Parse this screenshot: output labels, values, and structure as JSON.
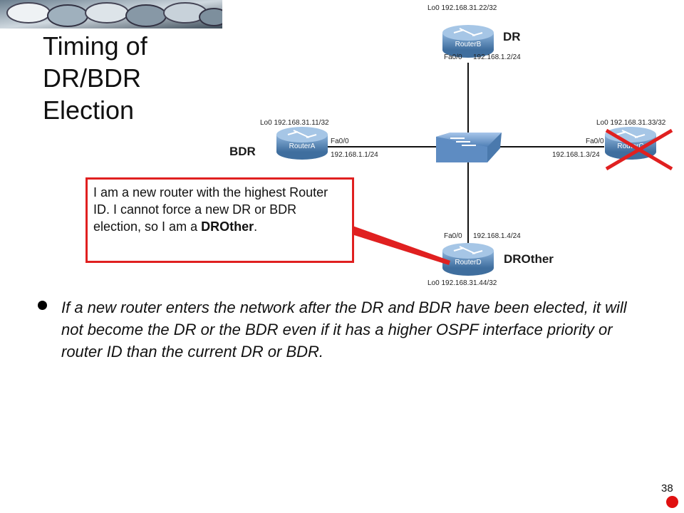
{
  "slide": {
    "title": "Timing of\nDR/BDR\nElection",
    "page_number": "38"
  },
  "routers": {
    "routerB": {
      "name": "RouterB",
      "lo0": "Lo0 192.168.31.22/32",
      "iface": "Fa0/0",
      "ip": "192.168.1.2/24",
      "role": "DR"
    },
    "routerA": {
      "name": "RouterA",
      "lo0": "Lo0 192.168.31.11/32",
      "iface": "Fa0/0",
      "ip": "192.168.1.1/24",
      "role": "BDR"
    },
    "routerC": {
      "name": "RouterC",
      "lo0": "Lo0 192.168.31.33/32",
      "iface": "Fa0/0",
      "ip": "192.168.1.3/24",
      "status": "removed"
    },
    "routerD": {
      "name": "RouterD",
      "lo0": "Lo0 192.168.31.44/32",
      "iface": "Fa0/0",
      "ip": "192.168.1.4/24",
      "role": "DROther"
    }
  },
  "callout": {
    "text_main": "I am a new router with the highest Router ID. I cannot force a new DR or BDR election, so I am a ",
    "text_bold": "DROther",
    "text_end": "."
  },
  "bullet": {
    "text": "If a new router enters the network after the DR and BDR have been elected, it will not become the DR or the BDR even if it has a higher OSPF interface priority or router ID than the current DR or BDR."
  },
  "colors": {
    "accent_red": "#e02020",
    "router_blue": "#5a8ec2",
    "switch_blue": "#6f9fd6"
  }
}
